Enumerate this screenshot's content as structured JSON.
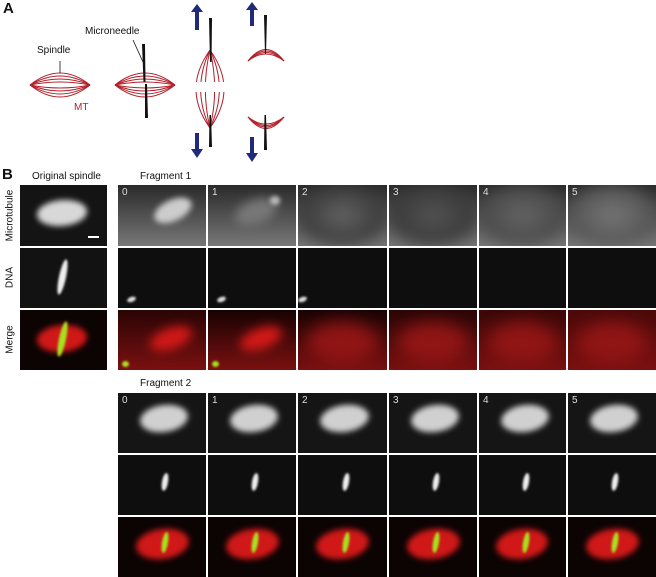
{
  "panel_a": {
    "label": "A",
    "spindle": "Spindle",
    "microneedle": "Microneedle",
    "mt": "MT"
  },
  "panel_b": {
    "label": "B",
    "original": "Original spindle",
    "fragment1": "Fragment 1",
    "fragment2": "Fragment 2",
    "rows": [
      "Microtubule",
      "DNA",
      "Merge"
    ],
    "frames": [
      "0",
      "1",
      "2",
      "3",
      "4",
      "5"
    ]
  },
  "colors": {
    "spindle": "#b2202a",
    "arrow": "#1f2a7a",
    "merge_red": "#d01818",
    "merge_green": "#a8e020"
  }
}
